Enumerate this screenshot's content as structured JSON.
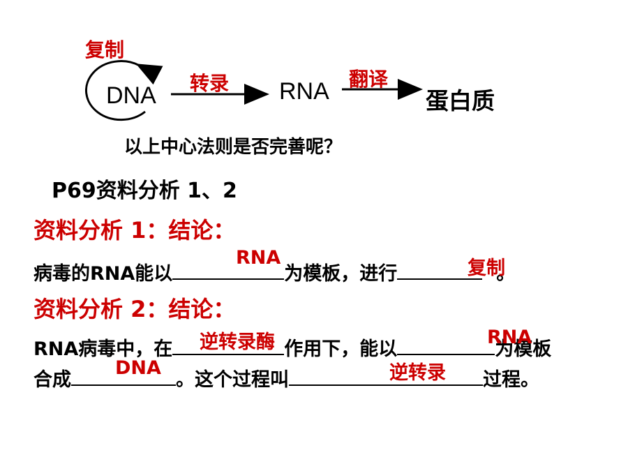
{
  "diagram": {
    "replication_label": "复制",
    "dna": "DNA",
    "transcription_label": "转录",
    "rna": "RNA",
    "translation_label": "翻译",
    "protein": "蛋白质"
  },
  "question": "以上中心法则是否完善呢？",
  "reference": "P69资料分析 1、2",
  "analysis1": {
    "heading": "资料分析 1：结论：",
    "text_a": "病毒的RNA能以",
    "answer1": "RNA",
    "text_b": "为模板，进行",
    "answer2": "复制",
    "text_c": "。"
  },
  "analysis2": {
    "heading": "资料分析 2：结论：",
    "line1_a": "RNA病毒中，在",
    "answer1": "逆转录酶",
    "line1_b": "作用下，能以",
    "answer2": "RNA",
    "line1_c": "为模板",
    "line2_a": "合成",
    "answer3": "DNA",
    "line2_b": "。这个过程叫",
    "answer4": "逆转录",
    "line2_c": "过程。"
  },
  "colors": {
    "accent": "#cc0000",
    "text": "#000000"
  }
}
